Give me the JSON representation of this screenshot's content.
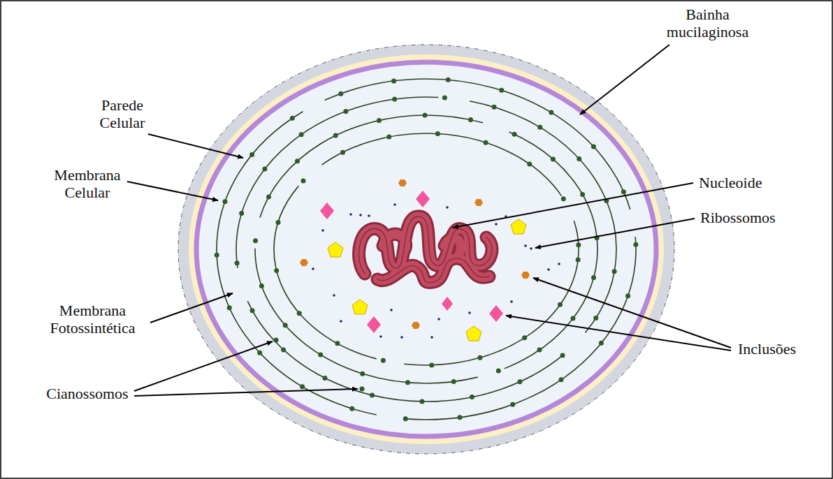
{
  "diagram": {
    "labels": [
      "Bainha mucilaginosa",
      "Parede Celular",
      "Nucleoide",
      "Membrana Celular",
      "Ribossomos",
      "Membrana Fotossintética",
      "Inclusões",
      "Cianossomos"
    ]
  }
}
